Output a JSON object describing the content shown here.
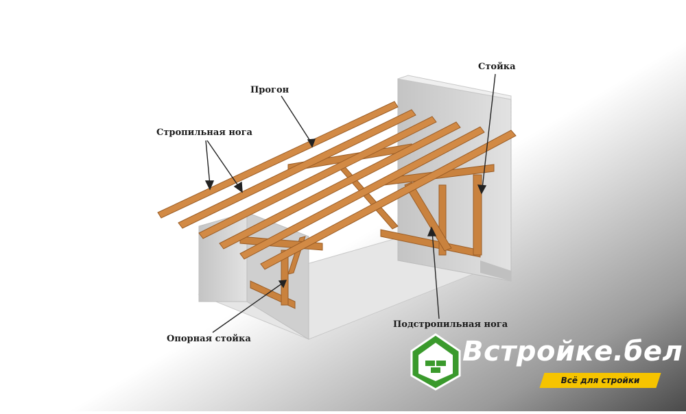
{
  "labels": {
    "purlin": "Прогон",
    "rafter_leg": "Стропильная нога",
    "post": "Стойка",
    "support_post": "Опорная стойка",
    "sub_rafter_leg": "Подстропильная нога"
  },
  "brand": {
    "name": "Встройке.бел",
    "tagline": "Всё для стройки",
    "logo_icon": "house-bricks-icon"
  },
  "colors": {
    "wood": "#c9823e",
    "wood_dark": "#9a5c25",
    "wall": "#d6d6d6",
    "wall_shadow": "#b9b9b9",
    "brand_green": "#3a9a2c",
    "brand_yellow": "#f6c400"
  }
}
